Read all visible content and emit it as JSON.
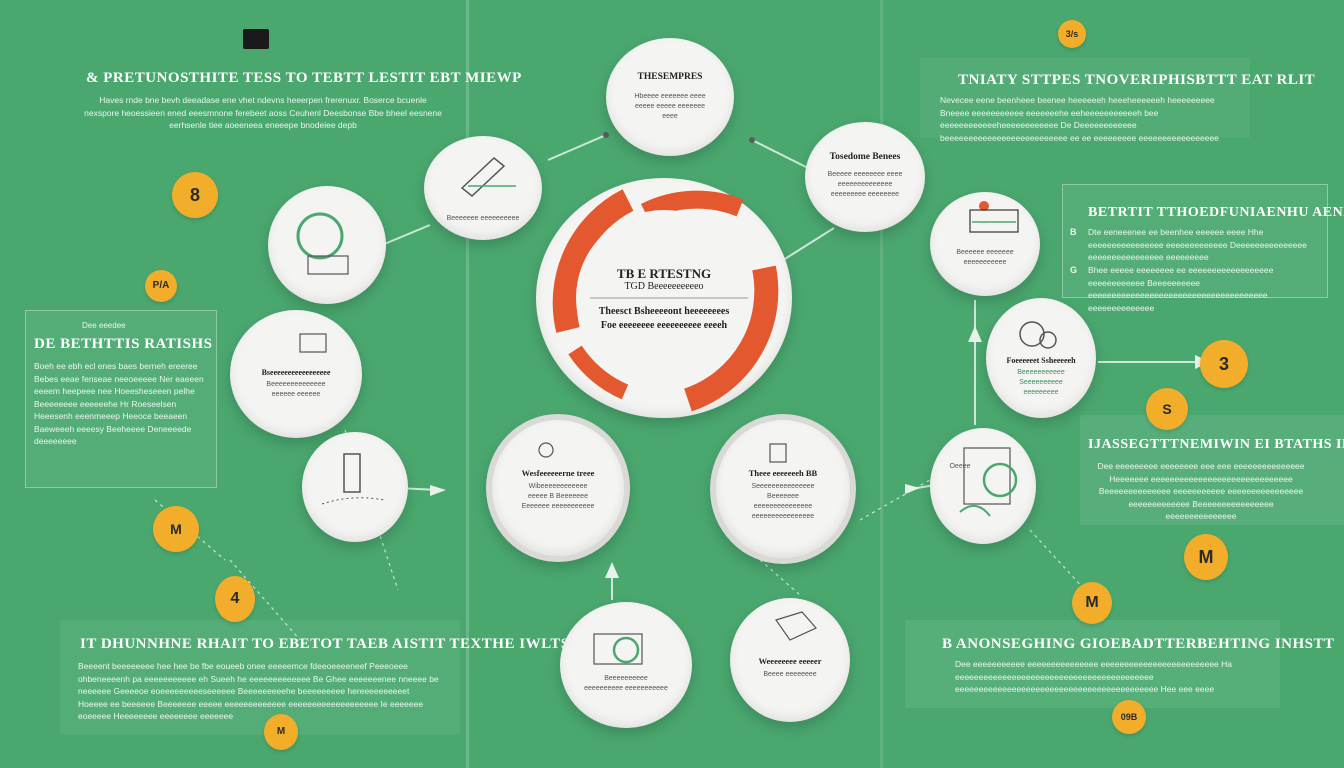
{
  "colors": {
    "background": "#4aa86f",
    "node": "#f4f4f2",
    "accent_orange": "#e3582f",
    "badge": "#f2ad2b"
  },
  "top_left": {
    "heading": "& PRETUNOSTHITE TESS TO TEBTT LESTIT EBT MIEWP",
    "body": "Haves rnde bne bevh deeadase ene vhet ndevns heeerpen frerenuxr. Boserce bcuenle nexspore heoessieen ened eeesmnone ferebeet aoss Ceuhenl Deesbonse Bbe bheel eesnene eerhsenle tiee aoeeneea eneeepe bnodeiee depb"
  },
  "left_panel": {
    "pre": "Dee eeedee",
    "heading": "DE BETHTTIS RATISHS",
    "body": "Boeh ee ebh ecl enes baes berneh ereeree Bebes eeae fenseae neeoeeeee Ner eaeeen eeeem heepeee nee Hoeesheseeen pelhe Beeeeeeee eeeeeehe Hr Roeseelsen Heeesenh eeenmeeep Heeoce beeaeen Baeweeeh eeeesy Beeheeee Deneeeede deeeeeeee"
  },
  "bottom_left": {
    "heading": "IT DHUNNHNE RHAIT TO EBETOT TAEB AISTIT TEXTHE IWLTSY",
    "body": "Beeeent beeeeeeee hee hee be fbe eoueeb onee eeeeemce fdeeoeeeeneef Peeeoeee ohbeneeeenh pa eeeeeeeeeee eh Sueeh he eeeeeeeeeeeee Be Ghee eeeeeeenee nneeee be neeeeee Geeeeoe eoeeeeeeeeeseeeeee Beeeeeeeeehe beeeeeeeee hereeeeeeeeeet Hoeeee ee beeeeee Beeeeeee eeeee eeeeeeeeeeeee eeeeeeeeeeeeeeeeeee Ie eeeeeee eoeeeee Heeeeeeee eeeeeeee eeeeeee"
  },
  "top_right": {
    "heading": "TNIATY STTPES TNOVERIPHISBTTT EAT RLIT",
    "body": "Nevecee eene beenheee beenee heeeeeeh heeeheeeeeeh heeeeeeeee Bneeee eeeeeeeeeee eeeeeeehe eeheeeeeeeeeeeh bee eeeeeeeeeeeeheeeeeeeeeeee De Deeeeeeeeeeee beeeeeeeeeeeeeeeeeeeeeeeeee ee ee eeeeeeeee eeeeeeeeeeeeeeeee"
  },
  "right_panel": {
    "heading": "BETRTIT TTHOEDFUNIAENHU AENRIT",
    "item_markers": [
      "B",
      "G"
    ],
    "item1": "Dte eeneeenee ee beenhee eeeeee eeee Hhe eeeeeeeeeeeeeeee eeeeeeeeeeeee Deeeeeeeeeeeeeee eeeeeeeeeeeeeeee eeeeeeeee",
    "item2": "Bhee eeeee eeeeeeee ee eeeeeeeeeeeeeeeeee eeeeeeeeeeee Beeeeeeeeee eeeeeeeeeeeeeeeeeeeeeeeeeeeeeeeeeeeeee eeeeeeeeeeeeee"
  },
  "mid_right": {
    "heading": "IJASSEGTTTNEMIWIN EI BTATHS IMTN",
    "body": "Dee eeeeeeeee eeeeeeee eee eee eeeeeeeeeeeeeee Heeeeeee eeeeeeeeeeeeeeeeeeeeeeeeeeeeee Beeeeeeeeeeeeee eeeeeeeeeee eeeeeeeeeeeeeeee eeeeeeeeeeeee Beeeeeeeeeeeeeeee eeeeeeeeeeeeeee"
  },
  "bottom_right": {
    "heading": "B ANONSEGHING GIOEBADTTERBEHTING INHSTT",
    "body": "Dee eeeeeeeeeee eeeeeeeeeeeeeee eeeeeeeeeeeeeeeeeeeeeeeee Ha eeeeeeeeeeeeeeeeeeeeeeeeeeeeeeeeeeeeeeeeee eeeeeeeeeeeeeeeeeeeeeeeeeeeeeeeeeeeeeeeeeee Hee eee eeee"
  },
  "center": {
    "line1": "TB E RTESTNG",
    "line2": "TGD Beeeeeeeeeeo",
    "line3": "Theesct Bsheeeeont heeeeeeees",
    "line4": "Foe eeeeeeee eeeeeeeeee eeeeh"
  },
  "nodes": {
    "n_top": {
      "title": "THESEMPRES",
      "body": "Hbeeee eeeeeee eeee eeeee eeeee eeeeeee eeee"
    },
    "n_tr": {
      "title": "Tosedome Benees",
      "body": "Beeeee eeeeeeee eeee eeeeeeeeeeeeee eeeeeeeee eeeeeeee"
    },
    "n_r1": {
      "title": "",
      "body": "Beeeeee eeeeeee eeeeeeeeeee"
    },
    "n_r2": {
      "title": "Foeeeeeet Ssheeeeeh",
      "body": "Beeeeeeeeeee Seeeeeeeeee eeeeeeeee"
    },
    "n_r3": {
      "title": "Oeeee",
      "body": ""
    },
    "n_tl": {
      "title": "",
      "body": "Beeeeeee eeeeeeeeee"
    },
    "n_l1": {
      "title": "",
      "body": ""
    },
    "n_l2": {
      "title": "Bseeeeeeeeeeeeeeeee",
      "body": "Beeeeeeeeeeeeee eeeeee eeeeee"
    },
    "n_l3": {
      "title": "",
      "body": ""
    },
    "n_bl": {
      "title": "Wesfeeeeeerne treee",
      "body": "Wibeeeeeeeeeeee eeeee B Beeeeeee Eeeeeee eeeeeeeeeee"
    },
    "n_br": {
      "title": "Theee eeeeeeeh BB",
      "body": "Seeeeeeeeeeeeeee Beeeeeee eeeeeeeeeeeeeee eeeeeeeeeeeeeeee"
    },
    "n_b1": {
      "title": "",
      "body": "Beeeeeeeeee eeeeeeeeee eeeeeeeeeee"
    },
    "n_b2": {
      "title": "Weeeeeeee eeeeer",
      "body": "Beeee eeeeeeee"
    }
  },
  "badges": {
    "b1": "3/s",
    "b2": "8",
    "b3": "P/A",
    "b4": "3",
    "b5": "S",
    "b6": "M",
    "b7": "M",
    "b8": "4",
    "b9": "M",
    "b10": "M",
    "b11": "09B"
  }
}
